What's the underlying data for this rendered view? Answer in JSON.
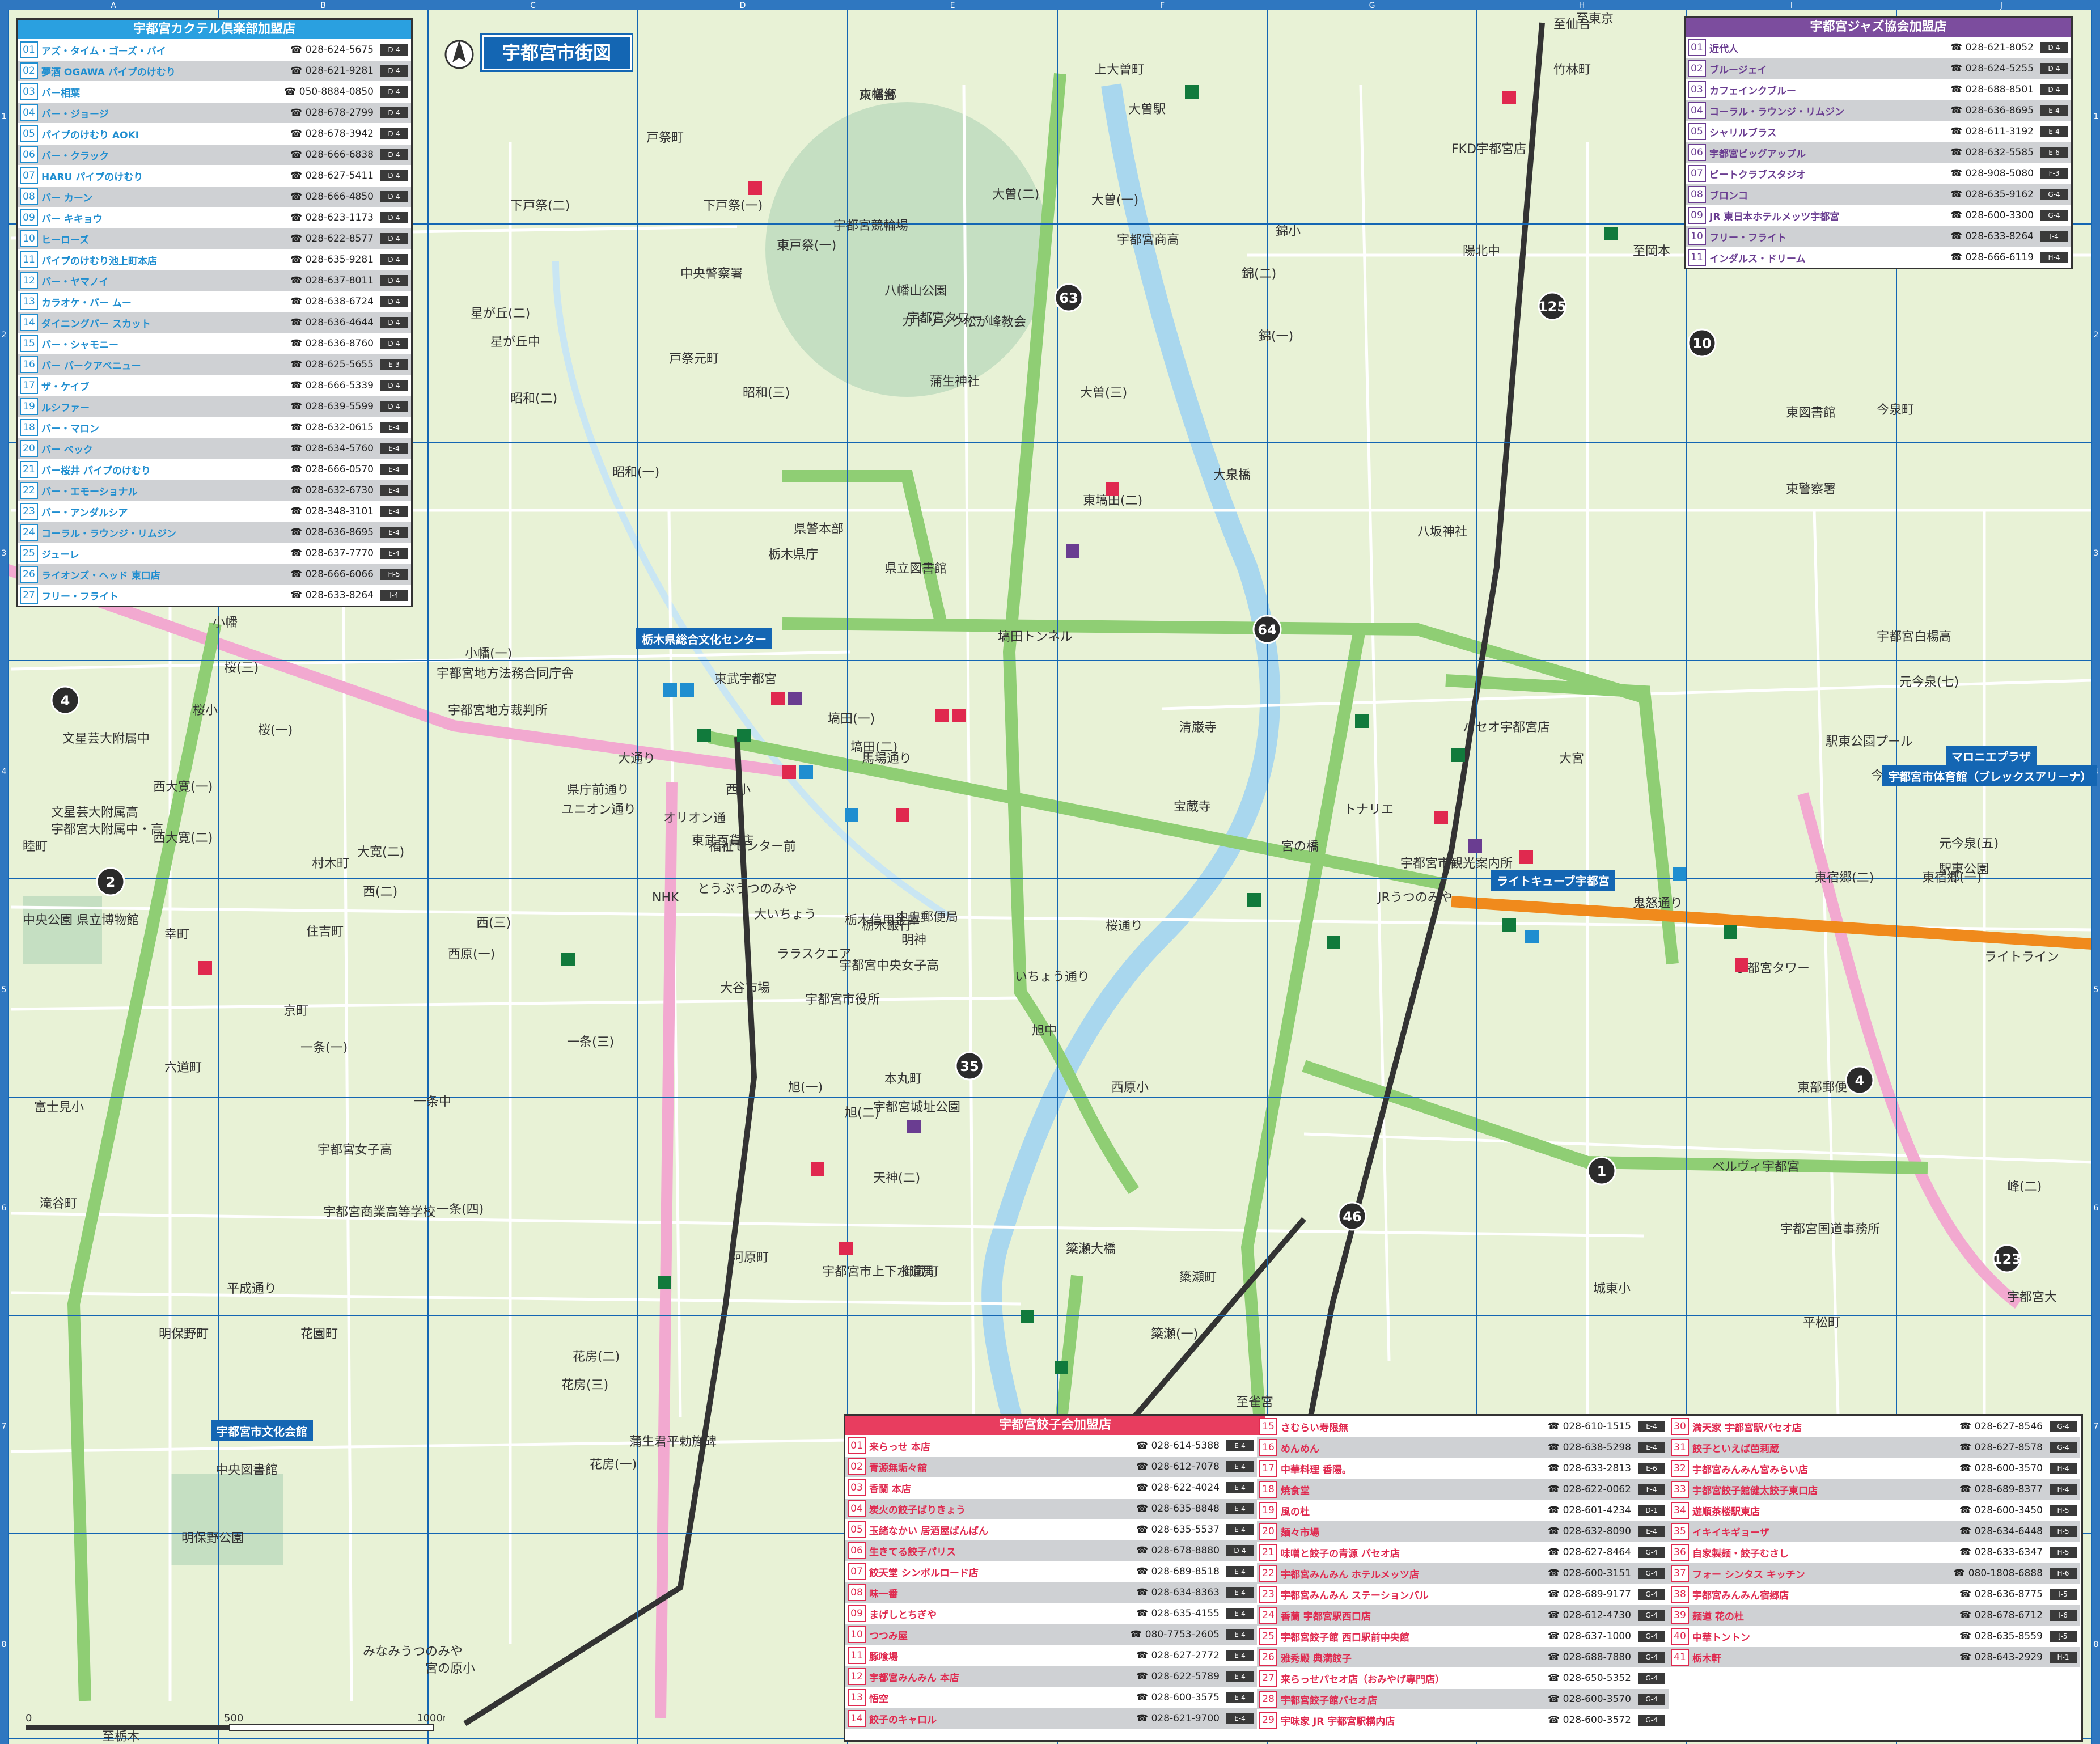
{
  "map_title": "宇都宮市街図",
  "grid": {
    "columns": [
      "A",
      "B",
      "C",
      "D",
      "E",
      "F",
      "G",
      "H",
      "I",
      "J"
    ],
    "rows": [
      "1",
      "2",
      "3",
      "4",
      "5",
      "6",
      "7",
      "8"
    ]
  },
  "cocktail": {
    "title": "宇都宮カクテル倶楽部加盟店",
    "tel_mark": "☎",
    "items": [
      {
        "no": "01",
        "name": "アズ・タイム・ゴーズ・バイ",
        "tel": "028-624-5675",
        "grid": "D-4"
      },
      {
        "no": "02",
        "name": "夢酒 OGAWA パイプのけむり",
        "tel": "028-621-9281",
        "grid": "D-4"
      },
      {
        "no": "03",
        "name": "バー相葉",
        "tel": "050-8884-0850",
        "grid": "D-4"
      },
      {
        "no": "04",
        "name": "バー・ジョージ",
        "tel": "028-678-2799",
        "grid": "D-4"
      },
      {
        "no": "05",
        "name": "パイプのけむり AOKI",
        "tel": "028-678-3942",
        "grid": "D-4"
      },
      {
        "no": "06",
        "name": "バー・クラック",
        "tel": "028-666-6838",
        "grid": "D-4"
      },
      {
        "no": "07",
        "name": "HARU パイプのけむり",
        "tel": "028-627-5411",
        "grid": "D-4"
      },
      {
        "no": "08",
        "name": "バー カーン",
        "tel": "028-666-4850",
        "grid": "D-4"
      },
      {
        "no": "09",
        "name": "バー キキョウ",
        "tel": "028-623-1173",
        "grid": "D-4"
      },
      {
        "no": "10",
        "name": "ヒーローズ",
        "tel": "028-622-8577",
        "grid": "D-4"
      },
      {
        "no": "11",
        "name": "パイプのけむり池上町本店",
        "tel": "028-635-9281",
        "grid": "D-4"
      },
      {
        "no": "12",
        "name": "バー・ヤマノイ",
        "tel": "028-637-8011",
        "grid": "D-4"
      },
      {
        "no": "13",
        "name": "カラオケ・バー ムー",
        "tel": "028-638-6724",
        "grid": "D-4"
      },
      {
        "no": "14",
        "name": "ダイニングバー スカット",
        "tel": "028-636-4644",
        "grid": "D-4"
      },
      {
        "no": "15",
        "name": "バー・シャモニー",
        "tel": "028-636-8760",
        "grid": "D-4"
      },
      {
        "no": "16",
        "name": "バー パークアベニュー",
        "tel": "028-625-5655",
        "grid": "E-3"
      },
      {
        "no": "17",
        "name": "ザ・ケイブ",
        "tel": "028-666-5339",
        "grid": "D-4"
      },
      {
        "no": "19",
        "name": "ルシファー",
        "tel": "028-639-5599",
        "grid": "D-4"
      },
      {
        "no": "18",
        "name": "バー・マロン",
        "tel": "028-632-0615",
        "grid": "E-4"
      },
      {
        "no": "20",
        "name": "バー ベック",
        "tel": "028-634-5760",
        "grid": "E-4"
      },
      {
        "no": "21",
        "name": "バー桜井 パイプのけむり",
        "tel": "028-666-0570",
        "grid": "E-4"
      },
      {
        "no": "22",
        "name": "バー・エモーショナル",
        "tel": "028-632-6730",
        "grid": "E-4"
      },
      {
        "no": "23",
        "name": "バー・アンダルシア",
        "tel": "028-348-3101",
        "grid": "E-4"
      },
      {
        "no": "24",
        "name": "コーラル・ラウンジ・リムジン",
        "tel": "028-636-8695",
        "grid": "E-4"
      },
      {
        "no": "25",
        "name": "ジューレ",
        "tel": "028-637-7770",
        "grid": "E-4"
      },
      {
        "no": "26",
        "name": "ライオンズ・ヘッド 東口店",
        "tel": "028-666-6066",
        "grid": "H-5"
      },
      {
        "no": "27",
        "name": "フリー・フライト",
        "tel": "028-633-8264",
        "grid": "I-4"
      }
    ]
  },
  "jazz": {
    "title": "宇都宮ジャズ協会加盟店",
    "tel_mark": "☎",
    "items": [
      {
        "no": "01",
        "name": "近代人",
        "tel": "028-621-8052",
        "grid": "D-4"
      },
      {
        "no": "02",
        "name": "ブルージェイ",
        "tel": "028-624-5255",
        "grid": "D-4"
      },
      {
        "no": "03",
        "name": "カフェインクブルー",
        "tel": "028-688-8501",
        "grid": "D-4"
      },
      {
        "no": "04",
        "name": "コーラル・ラウンジ・リムジン",
        "tel": "028-636-8695",
        "grid": "E-4"
      },
      {
        "no": "05",
        "name": "シャリルブラス",
        "tel": "028-611-3192",
        "grid": "E-4"
      },
      {
        "no": "06",
        "name": "宇都宮ビッグアップル",
        "tel": "028-632-5585",
        "grid": "E-6"
      },
      {
        "no": "07",
        "name": "ビートクラブスタジオ",
        "tel": "028-908-5080",
        "grid": "F-3"
      },
      {
        "no": "08",
        "name": "ブロンコ",
        "tel": "028-635-9162",
        "grid": "G-4"
      },
      {
        "no": "09",
        "name": "JR 東日本ホテルメッツ宇都宮",
        "tel": "028-600-3300",
        "grid": "G-4"
      },
      {
        "no": "10",
        "name": "フリー・フライト",
        "tel": "028-633-8264",
        "grid": "I-4"
      },
      {
        "no": "11",
        "name": "インダルス・ドリーム",
        "tel": "028-666-6119",
        "grid": "H-4"
      }
    ]
  },
  "gyoza": {
    "title": "宇都宮餃子会加盟店",
    "tel_mark": "☎",
    "col1": [
      {
        "no": "01",
        "name": "来らっせ 本店",
        "tel": "028-614-5388",
        "grid": "E-4"
      },
      {
        "no": "02",
        "name": "青源無垢々舘",
        "tel": "028-612-7078",
        "grid": "E-4"
      },
      {
        "no": "03",
        "name": "香蘭 本店",
        "tel": "028-622-4024",
        "grid": "E-4"
      },
      {
        "no": "04",
        "name": "炭火の餃子ばりきょう",
        "tel": "028-635-8848",
        "grid": "E-4"
      },
      {
        "no": "05",
        "name": "玉緒なかい 居酒屋ぱんぱん",
        "tel": "028-635-5537",
        "grid": "E-4"
      },
      {
        "no": "06",
        "name": "生きてる餃子パリス",
        "tel": "028-678-8880",
        "grid": "D-4"
      },
      {
        "no": "07",
        "name": "餃天堂 シンボルロード店",
        "tel": "028-689-8518",
        "grid": "E-4"
      },
      {
        "no": "08",
        "name": "味一番",
        "tel": "028-634-8363",
        "grid": "E-4"
      },
      {
        "no": "09",
        "name": "まげしとちぎや",
        "tel": "028-635-4155",
        "grid": "E-4"
      },
      {
        "no": "10",
        "name": "つつみ屋",
        "tel": "080-7753-2605",
        "grid": "E-4"
      },
      {
        "no": "11",
        "name": "豚喰場",
        "tel": "028-627-2772",
        "grid": "E-4"
      },
      {
        "no": "12",
        "name": "宇都宮みんみん 本店",
        "tel": "028-622-5789",
        "grid": "E-4"
      },
      {
        "no": "13",
        "name": "悟空",
        "tel": "028-600-3575",
        "grid": "E-4"
      },
      {
        "no": "14",
        "name": "餃子のキャロル",
        "tel": "028-621-9700",
        "grid": "E-4"
      }
    ],
    "col2": [
      {
        "no": "15",
        "name": "さむらい寿限無",
        "tel": "028-610-1515",
        "grid": "E-4"
      },
      {
        "no": "16",
        "name": "めんめん",
        "tel": "028-638-5298",
        "grid": "E-4"
      },
      {
        "no": "17",
        "name": "中華料理 香陽。",
        "tel": "028-633-2813",
        "grid": "E-6"
      },
      {
        "no": "18",
        "name": "焼食堂",
        "tel": "028-622-0062",
        "grid": "F-4"
      },
      {
        "no": "19",
        "name": "風の杜",
        "tel": "028-601-4234",
        "grid": "D-1"
      },
      {
        "no": "20",
        "name": "麺々市場",
        "tel": "028-632-8090",
        "grid": "E-4"
      },
      {
        "no": "21",
        "name": "味噌と餃子の青源 パセオ店",
        "tel": "028-627-8464",
        "grid": "G-4"
      },
      {
        "no": "22",
        "name": "宇都宮みんみん ホテルメッツ店",
        "tel": "028-600-3151",
        "grid": "G-4"
      },
      {
        "no": "23",
        "name": "宇都宮みんみん ステーションバル",
        "tel": "028-689-9177",
        "grid": "G-4"
      },
      {
        "no": "24",
        "name": "香蘭 宇都宮駅西口店",
        "tel": "028-612-4730",
        "grid": "G-4"
      },
      {
        "no": "25",
        "name": "宇都宮餃子館 西口駅前中央館",
        "tel": "028-637-1000",
        "grid": "G-4"
      },
      {
        "no": "26",
        "name": "雅秀殿 典満餃子",
        "tel": "028-688-7880",
        "grid": "G-4"
      },
      {
        "no": "27",
        "name": "来らっせパセオ店（おみやげ専門店）",
        "tel": "028-650-5352",
        "grid": "G-4"
      },
      {
        "no": "28",
        "name": "宇都宮餃子館パセオ店",
        "tel": "028-600-3570",
        "grid": "G-4"
      },
      {
        "no": "29",
        "name": "宇味家 JR 宇都宮駅構内店",
        "tel": "028-600-3572",
        "grid": "G-4"
      }
    ],
    "col3": [
      {
        "no": "30",
        "name": "満天家 宇都宮駅パセオ店",
        "tel": "028-627-8546",
        "grid": "G-4"
      },
      {
        "no": "31",
        "name": "餃子といえば芭莉蔵",
        "tel": "028-627-8578",
        "grid": "G-4"
      },
      {
        "no": "32",
        "name": "宇都宮みんみん宮みらい店",
        "tel": "028-600-3570",
        "grid": "H-4"
      },
      {
        "no": "33",
        "name": "宇都宮餃子館健太餃子東口店",
        "tel": "028-689-8377",
        "grid": "H-4"
      },
      {
        "no": "34",
        "name": "遊順茶楼駅東店",
        "tel": "028-600-3450",
        "grid": "H-5"
      },
      {
        "no": "35",
        "name": "イキイキギョーザ",
        "tel": "028-634-6448",
        "grid": "H-5"
      },
      {
        "no": "36",
        "name": "自家製麺・餃子むさし",
        "tel": "028-633-6347",
        "grid": "H-5"
      },
      {
        "no": "37",
        "name": "フォー シンタス キッチン",
        "tel": "080-1808-6888",
        "grid": "H-6"
      },
      {
        "no": "38",
        "name": "宇都宮みんみん宿郷店",
        "tel": "028-636-8775",
        "grid": "I-5"
      },
      {
        "no": "39",
        "name": "麺道 花の杜",
        "tel": "028-678-6712",
        "grid": "I-6"
      },
      {
        "no": "40",
        "name": "中華トントン",
        "tel": "028-635-8559",
        "grid": "J-5"
      },
      {
        "no": "41",
        "name": "栃木軒",
        "tel": "028-643-2929",
        "grid": "H-1"
      }
    ]
  },
  "facility_tags": [
    {
      "name": "栃木県総合文化センター"
    },
    {
      "name": "マロニエプラザ"
    },
    {
      "name": "宇都宮市体育館（ブレックスアリーナ）"
    },
    {
      "name": "ライトキューブ宇都宮"
    },
    {
      "name": "宇都宮市文化会館"
    }
  ],
  "labels": [
    {
      "text": "八幡台"
    },
    {
      "text": "戸祭町"
    },
    {
      "text": "下戸祭(二)"
    },
    {
      "text": "下戸祭(一)"
    },
    {
      "text": "東戸祭(一)"
    },
    {
      "text": "中央警察署"
    },
    {
      "text": "星が丘(二)"
    },
    {
      "text": "星が丘中"
    },
    {
      "text": "戸祭元町"
    },
    {
      "text": "昭和(二)"
    },
    {
      "text": "昭和(三)"
    },
    {
      "text": "昭和(一)"
    },
    {
      "text": "県警本部"
    },
    {
      "text": "栃木県庁"
    },
    {
      "text": "県立図書館"
    },
    {
      "text": "宇都宮競輪場"
    },
    {
      "text": "八幡山公園"
    },
    {
      "text": "宇都宮タワー"
    },
    {
      "text": "蒲生神社"
    },
    {
      "text": "上大曽町"
    },
    {
      "text": "大曽駅"
    },
    {
      "text": "大曽(二)"
    },
    {
      "text": "大曽(一)"
    },
    {
      "text": "大曽(三)"
    },
    {
      "text": "宇都宮商高"
    },
    {
      "text": "錦小"
    },
    {
      "text": "錦(二)"
    },
    {
      "text": "錦(一)"
    },
    {
      "text": "竹林町"
    },
    {
      "text": "陽北中"
    },
    {
      "text": "FKD宇都宮店"
    },
    {
      "text": "至仙台"
    },
    {
      "text": "至岡本"
    },
    {
      "text": "今泉町"
    },
    {
      "text": "東図書館"
    },
    {
      "text": "東警察署"
    },
    {
      "text": "宇都宮白楊高"
    },
    {
      "text": "元今泉(七)"
    },
    {
      "text": "駅東公園プール"
    },
    {
      "text": "元今泉(五)"
    },
    {
      "text": "東宿郷(二)"
    },
    {
      "text": "東宿郷(一)"
    },
    {
      "text": "ライトライン"
    },
    {
      "text": "鬼怒通り"
    },
    {
      "text": "大泉橋"
    },
    {
      "text": "東塙田(二)"
    },
    {
      "text": "八坂神社"
    },
    {
      "text": "宮の橋"
    },
    {
      "text": "清巌寺"
    },
    {
      "text": "宝蔵寺"
    },
    {
      "text": "パセオ宇都宮店"
    },
    {
      "text": "トナリエ"
    },
    {
      "text": "JRうつのみや"
    },
    {
      "text": "宇都宮市観光案内所"
    },
    {
      "text": "東武宇都宮"
    },
    {
      "text": "オリオン通"
    },
    {
      "text": "東武百貨店"
    },
    {
      "text": "とうぶうつのみや"
    },
    {
      "text": "馬場通り"
    },
    {
      "text": "大通り"
    },
    {
      "text": "栃木信用金庫"
    },
    {
      "text": "中央郵便局"
    },
    {
      "text": "いちょう通り"
    },
    {
      "text": "宇都宮市役所"
    },
    {
      "text": "宇都宮城址公園"
    },
    {
      "text": "本丸町"
    },
    {
      "text": "旭中"
    },
    {
      "text": "西原小"
    },
    {
      "text": "一条中"
    },
    {
      "text": "宇都宮女子高"
    },
    {
      "text": "住吉町"
    },
    {
      "text": "幸町"
    },
    {
      "text": "六道町"
    },
    {
      "text": "富士見小"
    },
    {
      "text": "滝谷町"
    },
    {
      "text": "京町"
    },
    {
      "text": "宇都宮商業高等学校"
    },
    {
      "text": "一条(四)"
    },
    {
      "text": "平成通り"
    },
    {
      "text": "明保野町"
    },
    {
      "text": "花園町"
    },
    {
      "text": "花房(三)"
    },
    {
      "text": "花房(一)"
    },
    {
      "text": "花房(二)"
    },
    {
      "text": "河原町"
    },
    {
      "text": "宇都宮市上下水道局"
    },
    {
      "text": "御蔵町"
    },
    {
      "text": "簗瀬大橋"
    },
    {
      "text": "簗瀬(一)"
    },
    {
      "text": "簗瀬町"
    },
    {
      "text": "城東小"
    },
    {
      "text": "宇都宮大"
    },
    {
      "text": "平松町"
    },
    {
      "text": "宇都宮国道事務所"
    },
    {
      "text": "ベルヴィ宇都宮"
    },
    {
      "text": "東部郵便"
    },
    {
      "text": "峰(二)"
    },
    {
      "text": "至雀宮"
    },
    {
      "text": "至東京"
    },
    {
      "text": "中央図書館"
    },
    {
      "text": "明保野公園"
    },
    {
      "text": "蒲生君平勅旌碑"
    },
    {
      "text": "みなみうつのみや"
    },
    {
      "text": "宮の原小"
    },
    {
      "text": "至栃木"
    },
    {
      "text": "文星芸大附属中"
    },
    {
      "text": "文星芸大附属高"
    },
    {
      "text": "宇都宮大附属中・高"
    },
    {
      "text": "中央公園 県立博物館"
    },
    {
      "text": "睦町"
    },
    {
      "text": "西大寛(一)"
    },
    {
      "text": "西大寛(二)"
    },
    {
      "text": "大寛(二)"
    },
    {
      "text": "西(二)"
    },
    {
      "text": "西(三)"
    },
    {
      "text": "西原(一)"
    },
    {
      "text": "一条(一)"
    },
    {
      "text": "一条(三)"
    },
    {
      "text": "旭(一)"
    },
    {
      "text": "旭(二)"
    },
    {
      "text": "天神(二)"
    },
    {
      "text": "村木町"
    },
    {
      "text": "桜小"
    },
    {
      "text": "桜(三)"
    },
    {
      "text": "桜(一)"
    },
    {
      "text": "小幡(一)"
    },
    {
      "text": "小幡"
    },
    {
      "text": "宇都宮地方法務合同庁舎"
    },
    {
      "text": "宇都宮地方裁判所"
    },
    {
      "text": "塙田(一)"
    },
    {
      "text": "塙田(二)"
    },
    {
      "text": "塙田トンネル"
    },
    {
      "text": "県庁前通り"
    },
    {
      "text": "ユニオン通り"
    },
    {
      "text": "西小"
    },
    {
      "text": "福祉センター前"
    },
    {
      "text": "大いちょう"
    },
    {
      "text": "明神"
    },
    {
      "text": "ララスクエア"
    },
    {
      "text": "大谷市場"
    },
    {
      "text": "桜通り"
    },
    {
      "text": "宇都宮中央女子高"
    },
    {
      "text": "栃木銀行"
    },
    {
      "text": "NHK"
    },
    {
      "text": "カトリック松が峰教会"
    },
    {
      "text": "宇都宮タワー"
    },
    {
      "text": "大宮"
    },
    {
      "text": "今泉小"
    },
    {
      "text": "駅東公園"
    },
    {
      "text": "東宿郷"
    }
  ],
  "route_shields": [
    "4",
    "2",
    "63",
    "64",
    "35",
    "46",
    "125",
    "10",
    "123",
    "1",
    "4"
  ],
  "scale": {
    "ticks": [
      "0",
      "500",
      "1000m"
    ]
  },
  "colors": {
    "cocktail": "#1f8ed0",
    "jazz": "#6a3d91",
    "gyoza": "#e0294f",
    "map_bg": "#e8f2d6",
    "major_road": "#8fce74",
    "national_road": "#f2a9d0",
    "river": "#a9d7ee",
    "light_line": "#f08a1c",
    "tag_blue": "#1466b3"
  }
}
